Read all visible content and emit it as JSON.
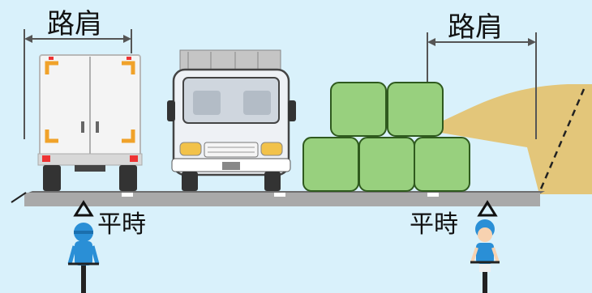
{
  "labels": {
    "shoulder_left": "路肩",
    "shoulder_right": "路肩",
    "normal_left": "平時",
    "normal_right": "平時"
  },
  "colors": {
    "background": "#d9f1fb",
    "road": "#a9a9a9",
    "embankment": "#e3c67a",
    "bales": "#98d07e",
    "truck_cab": "#eef1f5",
    "cyclist_blue": "#2a8fd6"
  },
  "icons": [
    "box-truck-rear",
    "truck-front",
    "hay-bales",
    "cyclist",
    "triangle-marker"
  ]
}
